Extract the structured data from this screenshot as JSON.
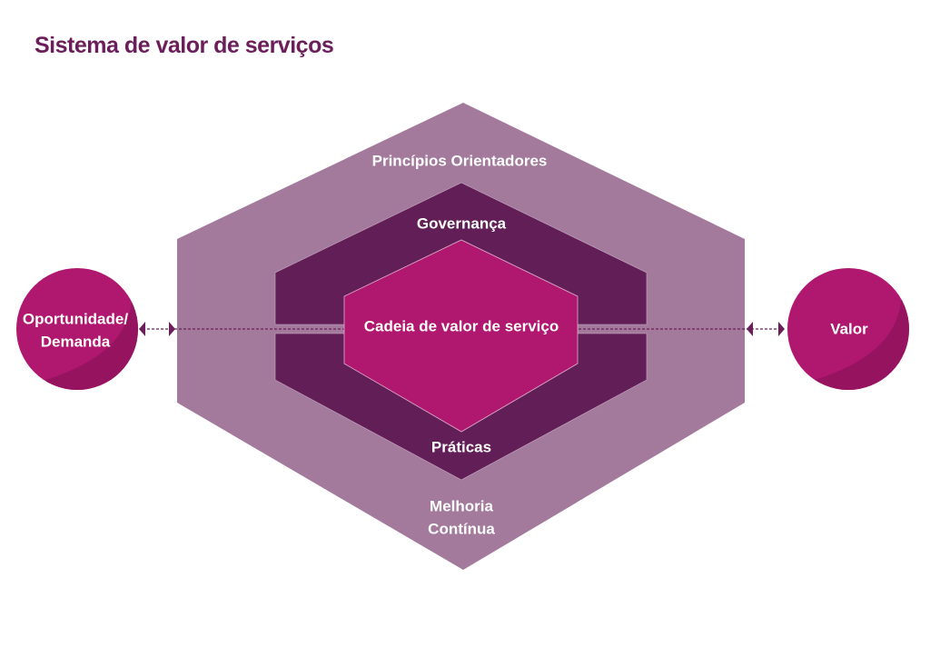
{
  "title": "Sistema de valor de serviços",
  "labels": {
    "outer_top": "Princípios Orientadores",
    "outer_bottom_line1": "Melhoria",
    "outer_bottom_line2": "Contínua",
    "middle_top": "Governança",
    "middle_bottom": "Práticas",
    "inner": "Cadeia de valor de serviço",
    "input_line1": "Oportunidade/",
    "input_line2": "Demanda",
    "output": "Valor"
  },
  "colors": {
    "title": "#6b1e5a",
    "outer": "#a37a9c",
    "middle": "#621e57",
    "inner": "#b0186f",
    "circle": "#b0186f",
    "circle_shade": "#96145f",
    "connector": "#6b1e5a"
  }
}
